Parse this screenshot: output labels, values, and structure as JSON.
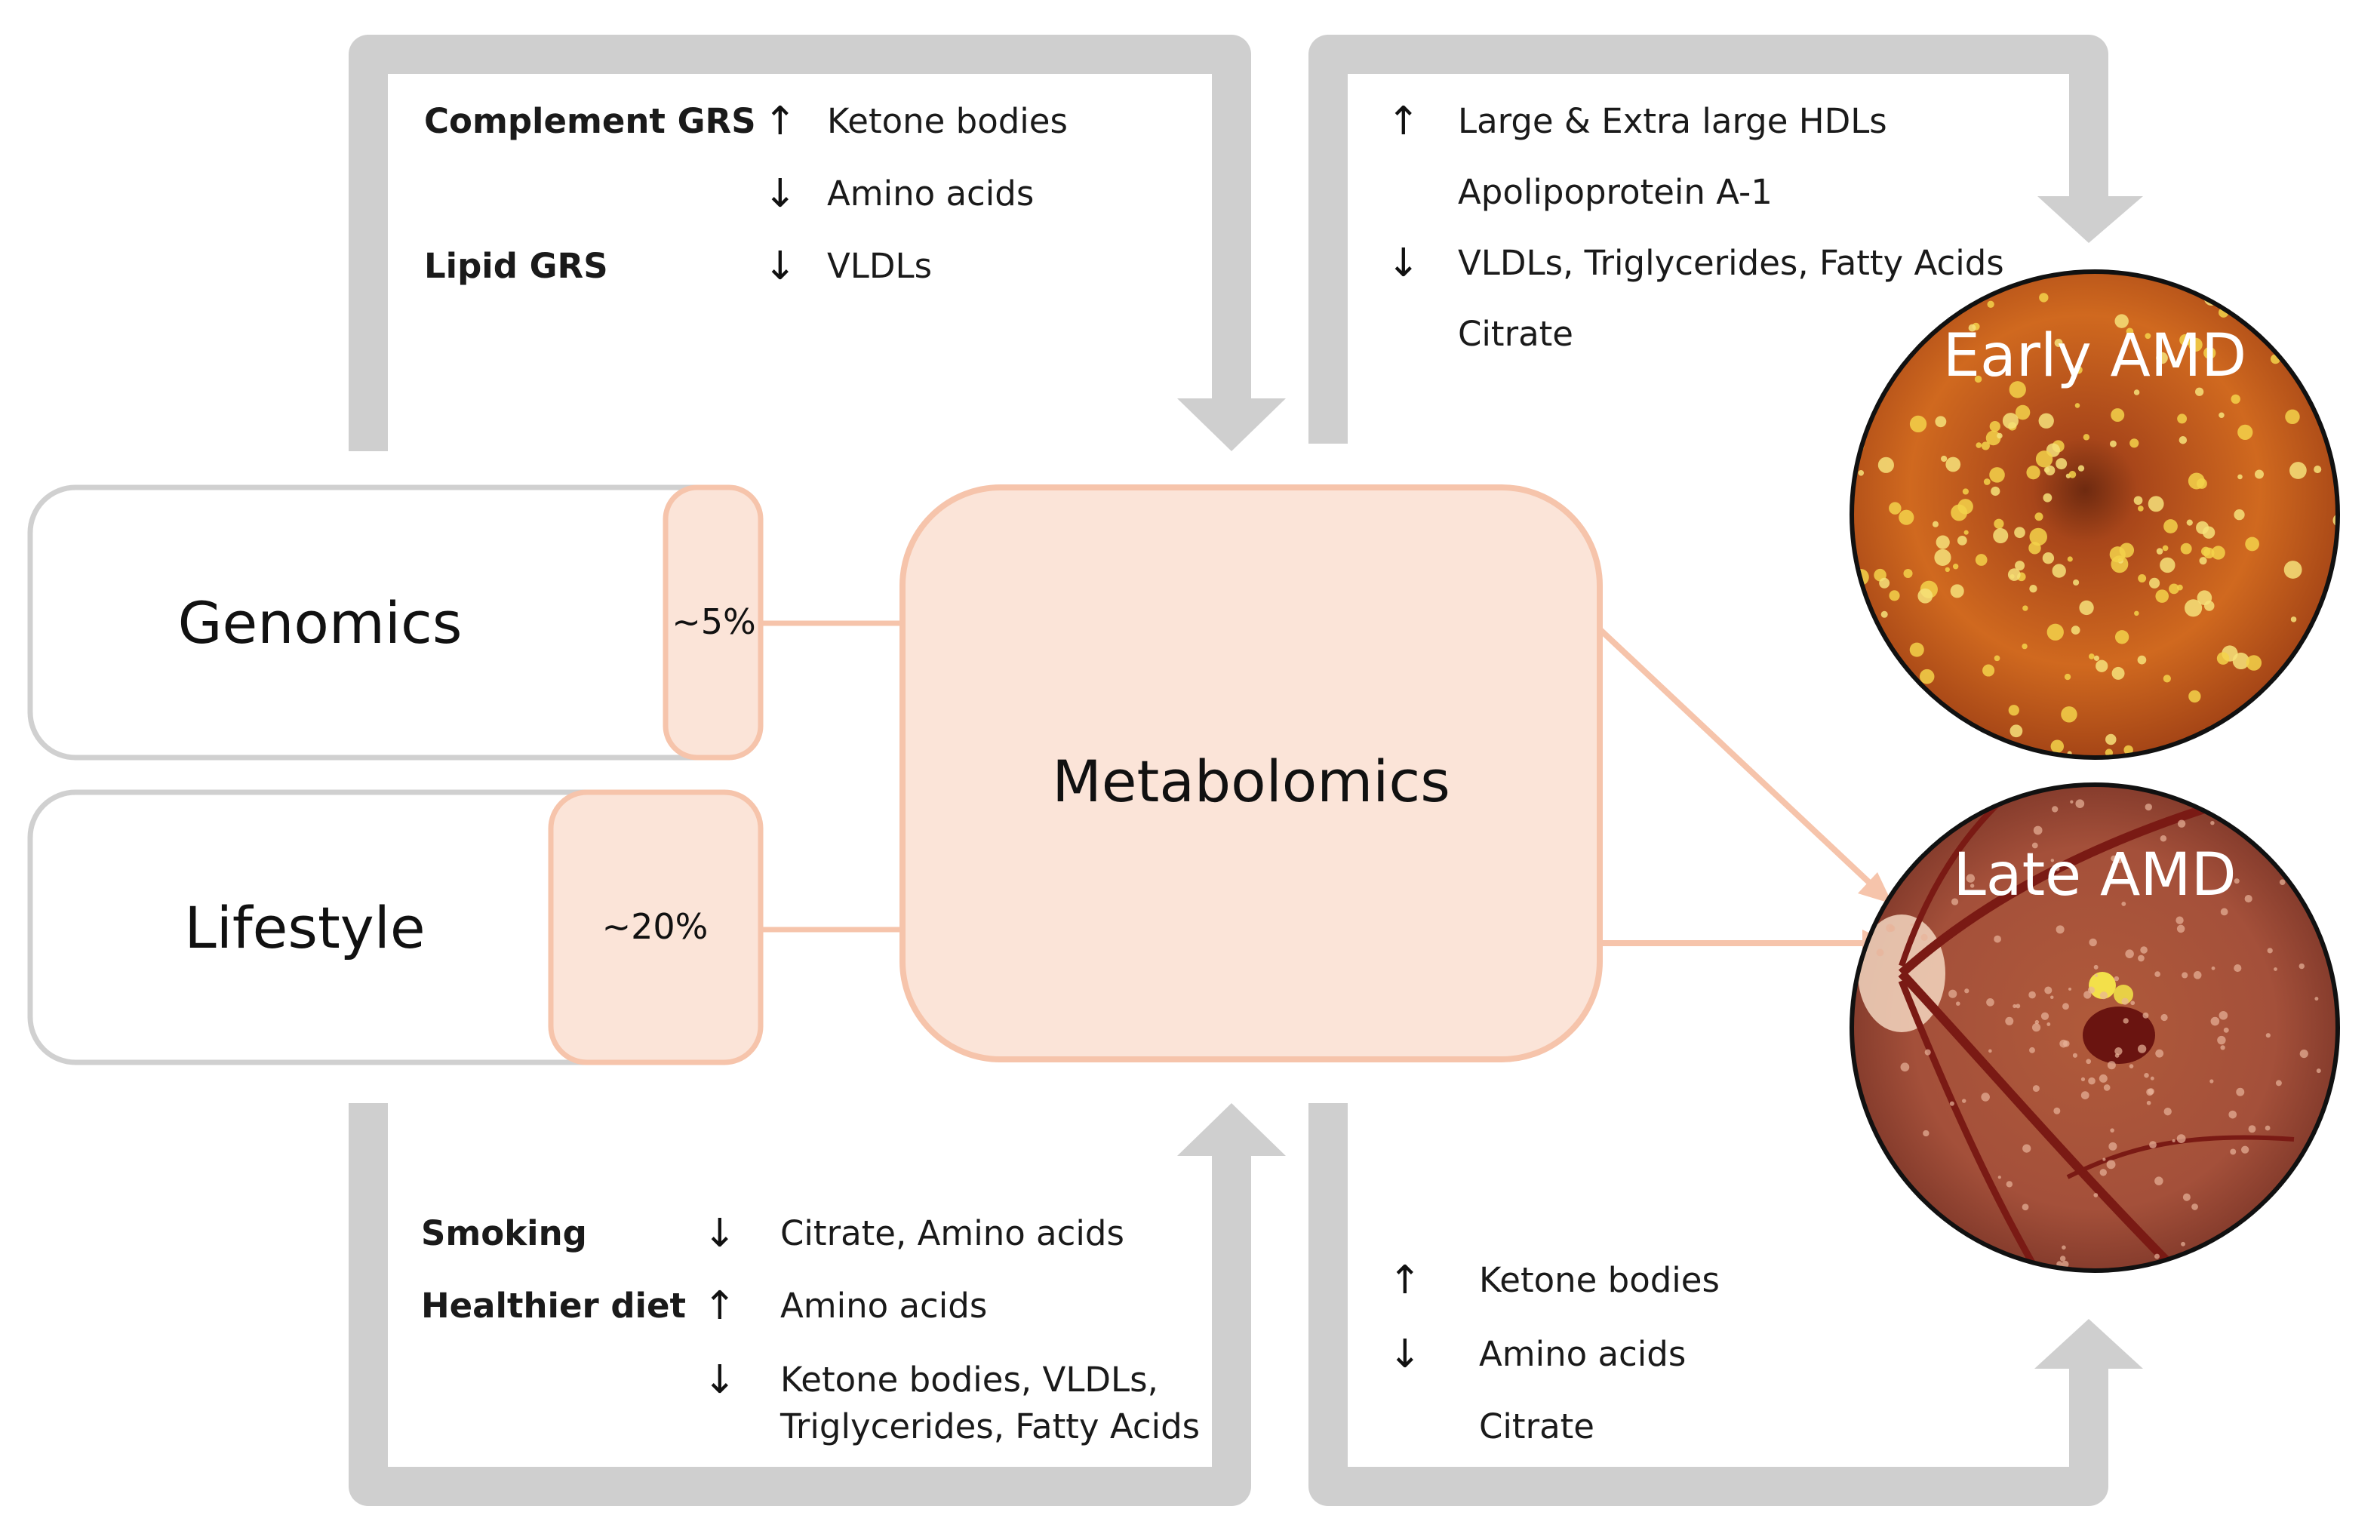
{
  "colors": {
    "flow_gray": "#cfcfcf",
    "peach_fill": "#fbe4d8",
    "peach_stroke": "#f6c4ab",
    "box_stroke": "#d0d0d0"
  },
  "sources": {
    "genomics": {
      "label": "Genomics",
      "percent": "~5%"
    },
    "lifestyle": {
      "label": "Lifestyle",
      "percent": "~20%"
    }
  },
  "center": {
    "label": "Metabolomics"
  },
  "outcomes": {
    "early": {
      "label": "Early AMD"
    },
    "late": {
      "label": "Late AMD"
    }
  },
  "panels": {
    "top_left": {
      "rows": [
        {
          "factor": "Complement GRS",
          "direction": "up",
          "metabolite": "Ketone bodies"
        },
        {
          "factor": "",
          "direction": "down",
          "metabolite": "Amino acids"
        },
        {
          "factor": "Lipid GRS",
          "direction": "down",
          "metabolite": "VLDLs"
        }
      ]
    },
    "top_right": {
      "rows": [
        {
          "direction": "up",
          "metabolite": "Large & Extra large HDLs"
        },
        {
          "direction": "",
          "metabolite": "Apolipoprotein A-1"
        },
        {
          "direction": "down",
          "metabolite": "VLDLs, Triglycerides, Fatty Acids"
        },
        {
          "direction": "",
          "metabolite": "Citrate"
        }
      ]
    },
    "bottom_left": {
      "rows": [
        {
          "factor": "Smoking",
          "direction": "down",
          "metabolite": "Citrate, Amino acids"
        },
        {
          "factor": "Healthier diet",
          "direction": "up",
          "metabolite": "Amino acids"
        },
        {
          "factor": "",
          "direction": "down",
          "metabolite": "Ketone bodies, VLDLs,",
          "metabolite_line2": "Triglycerides, Fatty Acids"
        }
      ]
    },
    "bottom_right": {
      "rows": [
        {
          "direction": "up",
          "metabolite": "Ketone bodies"
        },
        {
          "direction": "down",
          "metabolite": "Amino acids"
        },
        {
          "direction": "",
          "metabolite": "Citrate"
        }
      ]
    }
  },
  "glyphs": {
    "up": "↑",
    "down": "↓"
  }
}
